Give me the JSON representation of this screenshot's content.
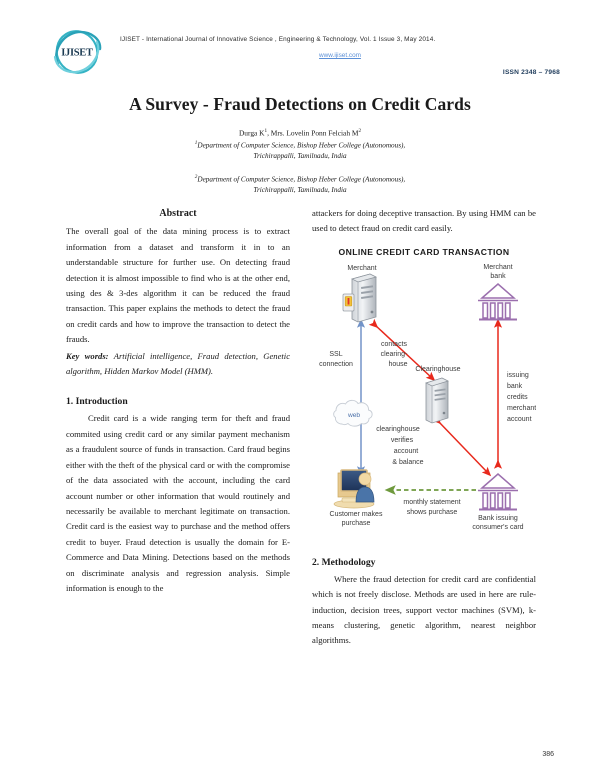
{
  "header": {
    "logo_text": "IJISET",
    "journal_line": "IJISET - International Journal of Innovative Science , Engineering & Technology, Vol. 1 Issue 3, May 2014.",
    "url": "www.ijiset.com",
    "issn": "ISSN 2348 – 7968"
  },
  "title": "A Survey - Fraud Detections on Credit Cards",
  "authors": {
    "names": "Durga K , Mrs. Lovelin Ponn Felciah M",
    "name_1": "Durga K",
    "sup_1": "1",
    "name_2": ", Mrs. Lovelin Ponn Felciah M",
    "sup_2": "2",
    "affiliation_1_sup": "1",
    "affiliation_1_line1": "Department of Computer Science, Bishop Heber College (Autonomous),",
    "affiliation_1_line2": "Trichirappalli, Tamilnadu, India",
    "affiliation_2_sup": "2",
    "affiliation_2_line1": "Department of Computer Science, Bishop Heber College (Autonomous),",
    "affiliation_2_line2": "Trichirappalli, Tamilnadu, India"
  },
  "left_column": {
    "abstract_heading": "Abstract",
    "abstract_text": "The overall goal of the data mining process is to extract information from a dataset and transform it in to an understandable structure for further use. On detecting fraud detection it is almost impossible to find who is at the other end, using des & 3-des algorithm it can be reduced the fraud transaction. This paper explains the methods to detect the fraud on credit cards and how to improve the transaction to detect the frauds.",
    "keywords_label": "Key words:",
    "keywords_text": " Artificial intelligence, Fraud detection, Genetic algorithm, Hidden Markov Model (HMM).",
    "intro_heading": "1. Introduction",
    "intro_text": "Credit card is a wide ranging term for theft and fraud commited using credit card or any similar payment mechanism as a fraudulent source of funds in transaction. Card fraud begins either with the theft of the physical card or with the compromise of the data associated with the account, including the card account number or other information that would routinely and necessarily be available to merchant legitimate on transaction. Credit card is the easiest way to purchase and the method offers credit to buyer. Fraud detection is usually the domain for E-Commerce and Data Mining. Detections based on the methods on discriminate analysis and regression analysis. Simple information is enough to the"
  },
  "right_column": {
    "continued_text": "attackers for doing deceptive transaction. By using HMM can be used to detect fraud on credit card easily.",
    "methodology_heading": "2. Methodology",
    "methodology_text": "Where the fraud detection for credit card are confidential which is not freely disclose. Methods are used in here are rule-induction, decision trees, support vector machines (SVM), k- means clustering, genetic algorithm, nearest neighbor algorithms."
  },
  "figure": {
    "title": "ONLINE CREDIT CARD TRANSACTION",
    "nodes": {
      "merchant": "Merchant",
      "merchant_bank_line1": "Merchant",
      "merchant_bank_line2": "bank",
      "clearinghouse": "Clearinghouse",
      "web": "web",
      "customer_line1": "Customer makes",
      "customer_line2": "purchase",
      "consumer_bank_line1": "Bank issuing",
      "consumer_bank_line2": "consumer's card"
    },
    "edge_labels": {
      "ssl_line1": "SSL",
      "ssl_line2": "connection",
      "contacts_line1": "contacts",
      "contacts_line2": "clearing-",
      "contacts_line3": "house",
      "verifies_line1": "clearinghouse",
      "verifies_line2": "verifies",
      "verifies_line3": "account",
      "verifies_line4": "& balance",
      "issuing_line1": "issuing",
      "issuing_line2": "bank",
      "issuing_line3": "credits",
      "issuing_line4": "merchant",
      "issuing_line5": "account",
      "statement_line1": "monthly statement",
      "statement_line2": "shows purchase"
    },
    "colors": {
      "arrow_red": "#e8291c",
      "arrow_blue": "#7293c8",
      "arrow_green": "#6f9a3e",
      "bank_purple": "#9b6fae",
      "label_text": "#3a3a3a",
      "web_text": "#4a6fa8"
    }
  },
  "footer": {
    "page_number": "386"
  }
}
